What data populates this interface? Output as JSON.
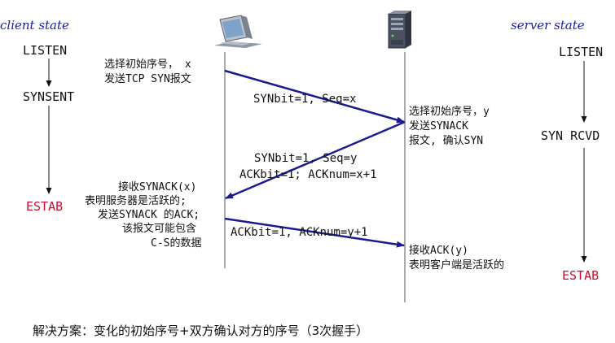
{
  "client": {
    "title": "client state",
    "states": [
      "LISTEN",
      "SYNSENT",
      "ESTAB"
    ],
    "note_init": [
      "选择初始序号， x",
      "发送TCP SYN报文"
    ],
    "note_recv": [
      "接收SYNACK(x)",
      "表明服务器是活跃的;",
      "发送SYNACK 的ACK;",
      "该报文可能包含",
      "C-S的数据"
    ]
  },
  "server": {
    "title": "server state",
    "states": [
      "LISTEN",
      "SYN RCVD",
      "ESTAB"
    ],
    "note_reply": [
      "选择初始序号，y",
      "发送SYNACK",
      "报文, 确认SYN"
    ],
    "note_recv": [
      "接收ACK(y)",
      "表明客户端是活跃的"
    ]
  },
  "messages": {
    "syn": "SYNbit=1, Seq=x",
    "synack_1": "SYNbit=1, Seq=y",
    "synack_2": "ACKbit=1; ACKnum=x+1",
    "ack": "ACKbit=1, ACKnum=y+1"
  },
  "icons": [
    "computer-icon",
    "server-icon"
  ],
  "colors": {
    "arrow": "#1b1b8f",
    "state_title": "#1a1aa6",
    "established": "#c8102e"
  },
  "bottom_text": "解决方案：变化的初始序号+双方确认对方的序号（3次握手）"
}
